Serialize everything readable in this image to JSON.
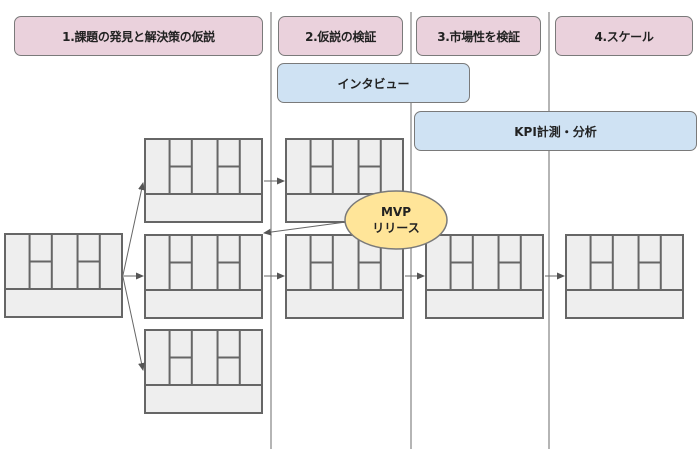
{
  "phases": [
    {
      "label": "1.課題の発見と解決策の仮説"
    },
    {
      "label": "2.仮説の検証"
    },
    {
      "label": "3.市場性を検証"
    },
    {
      "label": "4.スケール"
    }
  ],
  "activities": [
    {
      "label": "インタビュー"
    },
    {
      "label": "KPI計測・分析"
    }
  ],
  "milestone": {
    "line1": "MVP",
    "line2": "リリース"
  },
  "colors": {
    "phase_fill": "#ead1dc",
    "activity_fill": "#cfe2f3",
    "milestone_fill": "#ffe599",
    "canvas_fill": "#eeeeee",
    "canvas_stroke": "#666666",
    "divider": "#b5b5b5",
    "arrow": "#666666"
  },
  "canvases": [
    {
      "id": "initial"
    },
    {
      "id": "hypothesis-a"
    },
    {
      "id": "hypothesis-b"
    },
    {
      "id": "hypothesis-c"
    },
    {
      "id": "validated-a"
    },
    {
      "id": "validated-b"
    },
    {
      "id": "market"
    },
    {
      "id": "scale"
    }
  ]
}
